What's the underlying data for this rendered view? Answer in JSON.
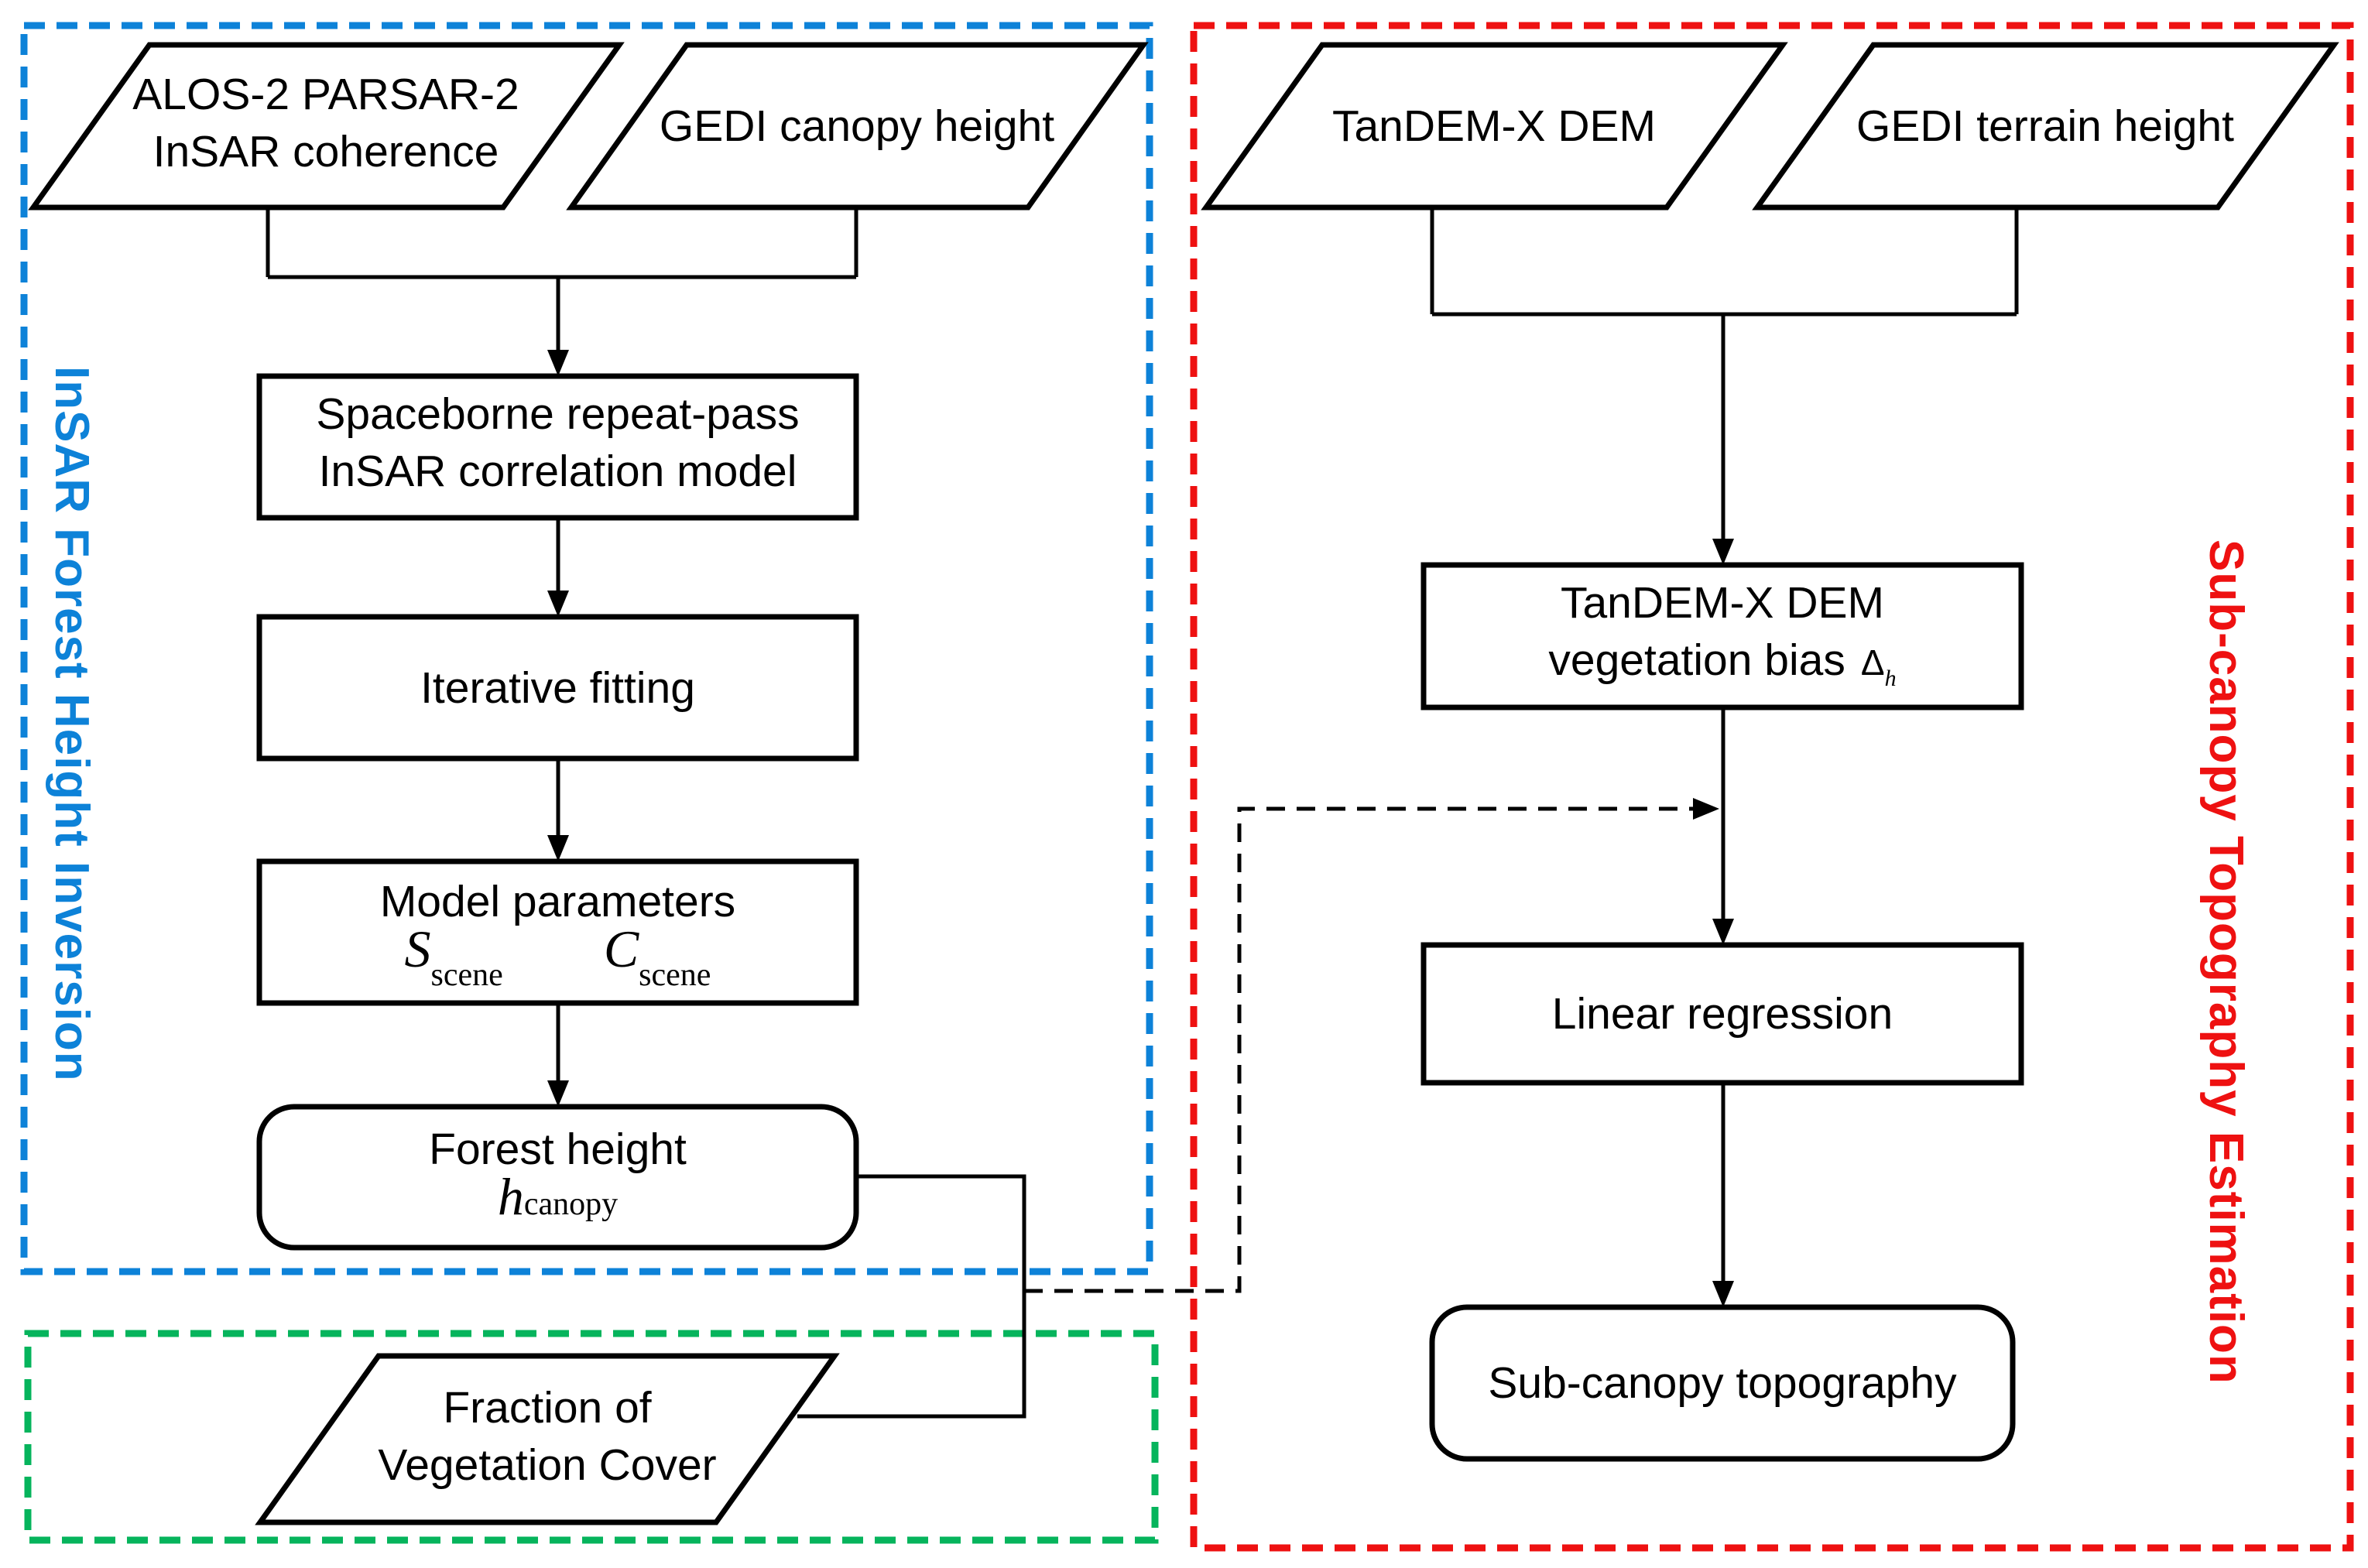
{
  "panels": {
    "insar_inversion": {
      "label": "InSAR Forest Height Inversion",
      "color": "#0d82d8"
    },
    "subcanopy_estimation": {
      "label": "Sub-canopy Topography Estimation",
      "color": "#ee1111"
    },
    "fraction_vegetation_panel": {
      "color": "#06b45c"
    }
  },
  "nodes": {
    "alos": {
      "line1": "ALOS-2 PARSAR-2",
      "line2": "InSAR coherence"
    },
    "gedi_canopy": {
      "label": "GEDI canopy height"
    },
    "tandem_dem": {
      "label": "TanDEM-X DEM"
    },
    "gedi_terrain": {
      "label": "GEDI terrain height"
    },
    "correlation_model": {
      "line1": "Spaceborne repeat-pass",
      "line2": "InSAR correlation model"
    },
    "iterative_fitting": {
      "label": "Iterative fitting"
    },
    "model_parameters": {
      "label": "Model parameters",
      "param1_symbol": "S",
      "param1_subscript": "scene",
      "param2_symbol": "C",
      "param2_subscript": "scene"
    },
    "forest_height": {
      "label": "Forest height",
      "symbol": "h",
      "subscript": "canopy"
    },
    "vegetation_bias": {
      "line1": "TanDEM-X DEM",
      "line2": "vegetation bias",
      "symbol": "Δ",
      "subscript": "h"
    },
    "linear_regression": {
      "label": "Linear regression"
    },
    "subcanopy_topography": {
      "label": "Sub-canopy topography"
    },
    "fraction_vegetation": {
      "line1": "Fraction of",
      "line2": "Vegetation Cover"
    }
  }
}
